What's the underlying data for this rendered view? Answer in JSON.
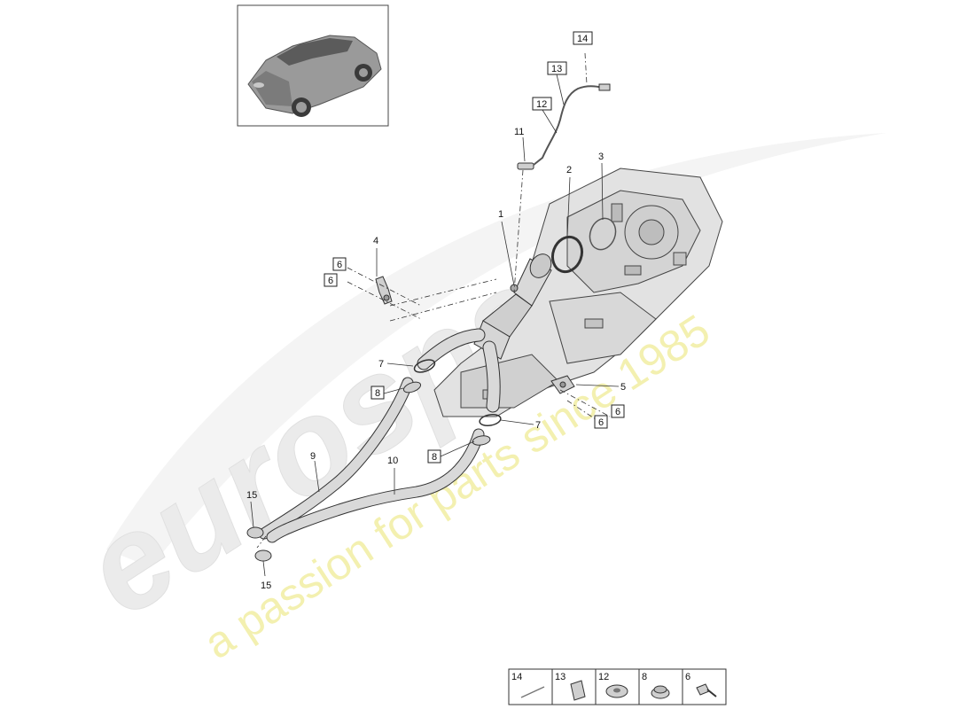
{
  "colors": {
    "line": "#333333",
    "part_fill": "#d9d9d9",
    "engine_fill": "#e2e2e2",
    "watermark_text": "#e9e9e9",
    "watermark_slogan": "#f3f0b0"
  },
  "watermark": {
    "brand": "eurospares",
    "slogan": "a passion for parts since 1985"
  },
  "callouts": {
    "p1": "1",
    "p2": "2",
    "p3": "3",
    "p4": "4",
    "p5": "5",
    "p6a": "6",
    "p6b": "6",
    "p6c": "6",
    "p6d": "6",
    "p7a": "7",
    "p7b": "7",
    "p8a": "8",
    "p8b": "8",
    "p9": "9",
    "p10": "10",
    "p11": "11",
    "p12": "12",
    "p13": "13",
    "p14": "14",
    "p15a": "15",
    "p15b": "15"
  },
  "legend": {
    "items": [
      {
        "number": "14",
        "icon": "wire-icon"
      },
      {
        "number": "13",
        "icon": "clip-icon"
      },
      {
        "number": "12",
        "icon": "grommet-icon"
      },
      {
        "number": "8",
        "icon": "nut-icon"
      },
      {
        "number": "6",
        "icon": "bolt-icon"
      }
    ]
  }
}
